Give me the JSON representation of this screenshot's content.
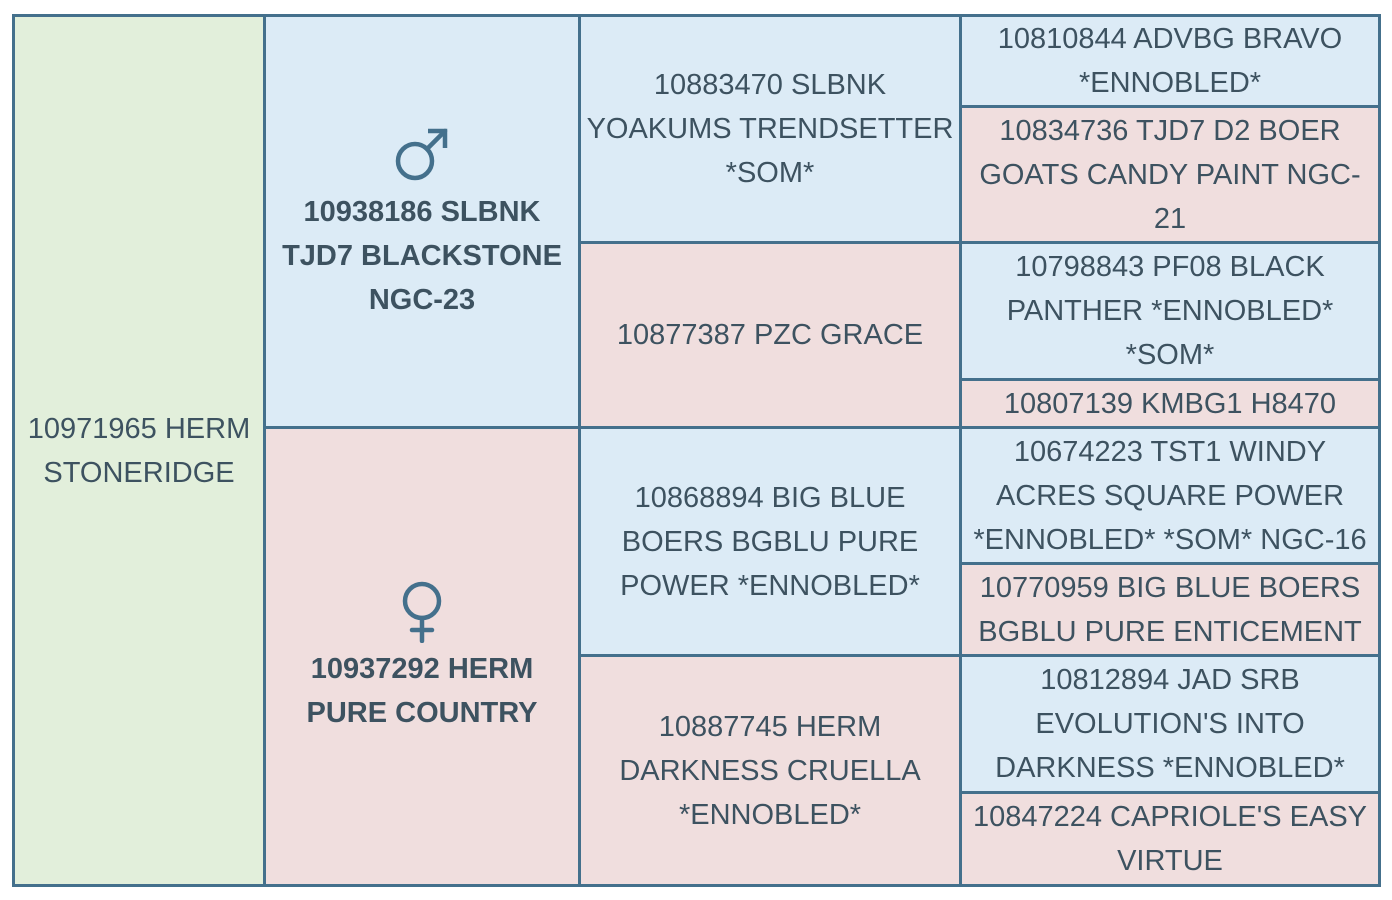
{
  "colors": {
    "border": "#44708c",
    "text": "#3d5260",
    "subject_bg": "#e2efdb",
    "male_bg": "#dcebf6",
    "female_bg": "#f0dede"
  },
  "subject": {
    "name": "10971965 HERM STONERIDGE"
  },
  "sire": {
    "icon": "male-symbol-icon",
    "name": "10938186 SLBNK TJD7 BLACKSTONE NGC-23",
    "sire": {
      "name": "10883470 SLBNK YOAKUMS TRENDSETTER *SOM*",
      "sire": {
        "name": "10810844 ADVBG BRAVO *ENNOBLED*"
      },
      "dam": {
        "name": "10834736 TJD7 D2 BOER GOATS CANDY PAINT NGC-21"
      }
    },
    "dam": {
      "name": "10877387 PZC GRACE",
      "sire": {
        "name": "10798843 PF08 BLACK PANTHER *ENNOBLED* *SOM*"
      },
      "dam": {
        "name": "10807139 KMBG1 H8470"
      }
    }
  },
  "dam": {
    "icon": "female-symbol-icon",
    "name": "10937292 HERM PURE COUNTRY",
    "sire": {
      "name": "10868894 BIG BLUE BOERS BGBLU PURE POWER *ENNOBLED*",
      "sire": {
        "name": "10674223 TST1 WINDY ACRES SQUARE POWER *ENNOBLED* *SOM* NGC-16"
      },
      "dam": {
        "name": "10770959 BIG BLUE BOERS BGBLU PURE ENTICEMENT"
      }
    },
    "dam": {
      "name": "10887745 HERM DARKNESS CRUELLA *ENNOBLED*",
      "sire": {
        "name": "10812894 JAD SRB EVOLUTION'S INTO DARKNESS *ENNOBLED*"
      },
      "dam": {
        "name": "10847224 CAPRIOLE'S EASY VIRTUE"
      }
    }
  }
}
